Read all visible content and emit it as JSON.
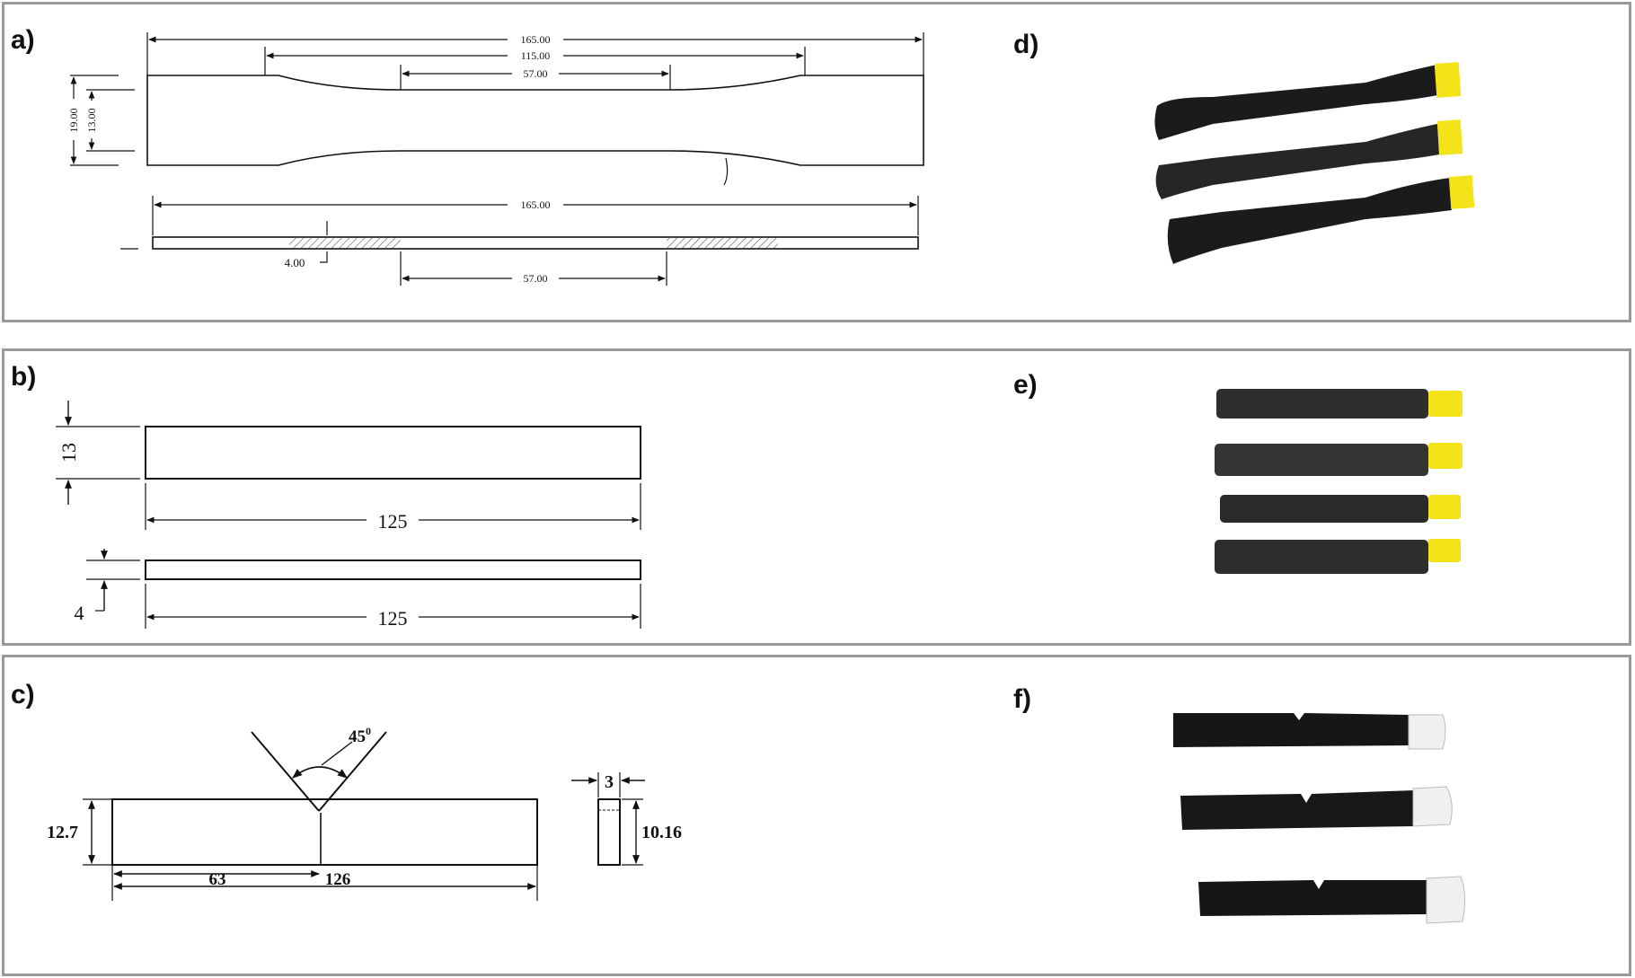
{
  "panels": {
    "a": {
      "label": "a)",
      "dims": {
        "overall_length": "165.00",
        "grip_span": "115.00",
        "gauge_length": "57.00",
        "width_outer": "19.00",
        "width_gauge": "13.00",
        "side_length": "165.00",
        "thickness": "4.00",
        "side_gauge": "57.00"
      }
    },
    "b": {
      "label": "b)",
      "dims": {
        "height": "13",
        "length_top": "125",
        "thickness": "4",
        "length_bottom": "125"
      }
    },
    "c": {
      "label": "c)",
      "dims": {
        "notch_angle": "45",
        "notch_angle_unit": "0",
        "height": "12.7",
        "half_length": "63",
        "length": "126",
        "thickness": "3",
        "side_height": "10.16"
      }
    },
    "d": {
      "label": "d)"
    },
    "e": {
      "label": "e)"
    },
    "f": {
      "label": "f)"
    }
  },
  "colors": {
    "frame": "#9a9a9a",
    "specimen": "#1b1b1b",
    "tag_yellow": "#f5e31a",
    "tag_white": "#f0f0f0"
  },
  "photos": {
    "d": {
      "specimen_count": 3,
      "shape": "dog-bone",
      "tag": "yellow"
    },
    "e": {
      "specimen_count": 4,
      "shape": "rectangular bar",
      "tag": "yellow"
    },
    "f": {
      "specimen_count": 3,
      "shape": "notched bar",
      "tag": "white"
    }
  }
}
